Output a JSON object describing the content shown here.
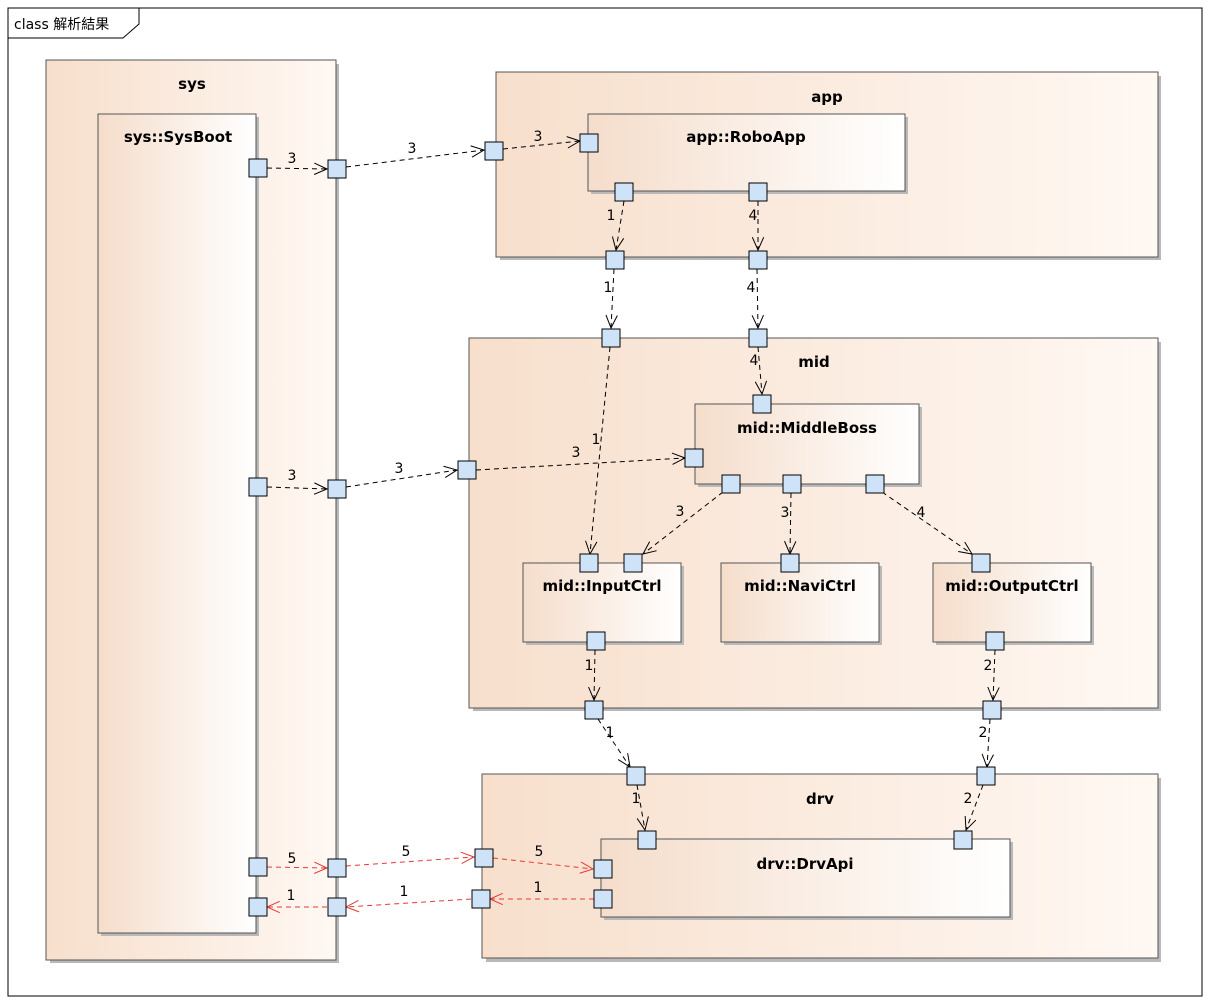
{
  "frame": {
    "title": "class 解析結果"
  },
  "packages": {
    "sys": {
      "label": "sys"
    },
    "app": {
      "label": "app"
    },
    "mid": {
      "label": "mid"
    },
    "drv": {
      "label": "drv"
    }
  },
  "classes": {
    "sysboot": {
      "label": "sys::SysBoot"
    },
    "roboapp": {
      "label": "app::RoboApp"
    },
    "middleboss": {
      "label": "mid::MiddleBoss"
    },
    "inputctrl": {
      "label": "mid::InputCtrl"
    },
    "navictrl": {
      "label": "mid::NaviCtrl"
    },
    "outputctrl": {
      "label": "mid::OutputCtrl"
    },
    "drvapi": {
      "label": "drv::DrvApi"
    }
  },
  "edges": [
    {
      "id": "e1",
      "label": "3",
      "color": "#000000"
    },
    {
      "id": "e2",
      "label": "3",
      "color": "#000000"
    },
    {
      "id": "e3",
      "label": "3",
      "color": "#000000"
    },
    {
      "id": "e4",
      "label": "1",
      "color": "#000000"
    },
    {
      "id": "e5",
      "label": "4",
      "color": "#000000"
    },
    {
      "id": "e6",
      "label": "1",
      "color": "#000000"
    },
    {
      "id": "e7",
      "label": "4",
      "color": "#000000"
    },
    {
      "id": "e8",
      "label": "4",
      "color": "#000000"
    },
    {
      "id": "e9",
      "label": "1",
      "color": "#000000"
    },
    {
      "id": "e10",
      "label": "3",
      "color": "#000000"
    },
    {
      "id": "e11",
      "label": "3",
      "color": "#000000"
    },
    {
      "id": "e12",
      "label": "3",
      "color": "#000000"
    },
    {
      "id": "e13",
      "label": "3",
      "color": "#000000"
    },
    {
      "id": "e14",
      "label": "3",
      "color": "#000000"
    },
    {
      "id": "e15",
      "label": "4",
      "color": "#000000"
    },
    {
      "id": "e16",
      "label": "1",
      "color": "#000000"
    },
    {
      "id": "e17",
      "label": "2",
      "color": "#000000"
    },
    {
      "id": "e18",
      "label": "1",
      "color": "#000000"
    },
    {
      "id": "e19",
      "label": "2",
      "color": "#000000"
    },
    {
      "id": "e20",
      "label": "1",
      "color": "#000000"
    },
    {
      "id": "e21",
      "label": "2",
      "color": "#000000"
    },
    {
      "id": "e22",
      "label": "5",
      "color": "#e53935"
    },
    {
      "id": "e23",
      "label": "5",
      "color": "#e53935"
    },
    {
      "id": "e24",
      "label": "5",
      "color": "#e53935"
    },
    {
      "id": "e25",
      "label": "1",
      "color": "#e53935"
    },
    {
      "id": "e26",
      "label": "1",
      "color": "#e53935"
    },
    {
      "id": "e27",
      "label": "1",
      "color": "#e53935"
    }
  ]
}
